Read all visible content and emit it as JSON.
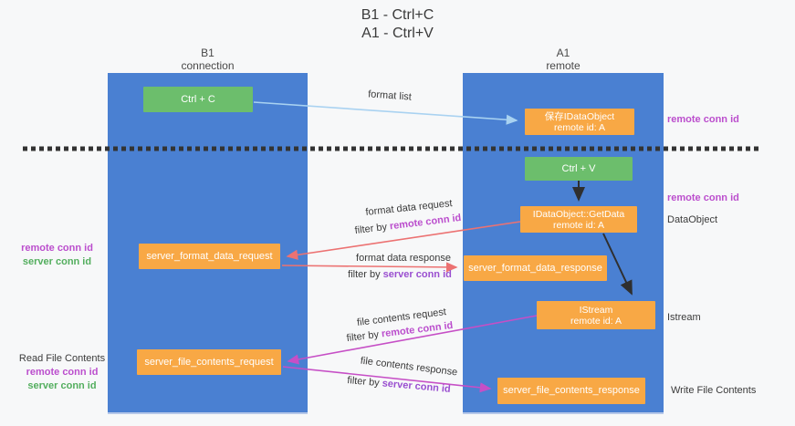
{
  "title": {
    "line1": "B1 - Ctrl+C",
    "line2": "A1 - Ctrl+V"
  },
  "lifelines": {
    "left": {
      "name": "B1",
      "role": "connection"
    },
    "right": {
      "name": "A1",
      "role": "remote"
    }
  },
  "boxes": {
    "ctrl_c": {
      "label": "Ctrl + C"
    },
    "ctrl_v": {
      "label": "Ctrl + V"
    },
    "save_idataobject": {
      "line1": "保存IDataObject",
      "line2": "remote id: A"
    },
    "idataobject_getdata": {
      "line1": "IDataObject::GetData",
      "line2": "remote id: A"
    },
    "istream": {
      "line1": "IStream",
      "line2": "remote id: A"
    },
    "server_format_data_request": {
      "label": "server_format_data_request"
    },
    "server_format_data_response": {
      "label": "server_format_data_response"
    },
    "server_file_contents_request": {
      "label": "server_file_contents_request"
    },
    "server_file_contents_response": {
      "label": "server_file_contents_response"
    }
  },
  "arrow_labels": {
    "format_list": "format list",
    "format_data_request": "format data request",
    "format_data_response": "format data response",
    "file_contents_request": "file contents request",
    "file_contents_response": "file contents response",
    "filter_by": "filter by ",
    "remote_conn_id": "remote conn id",
    "server_conn_id": "server conn id"
  },
  "side_labels": {
    "right_top_remote_conn_id": "remote conn id",
    "right_mid_remote_conn_id": "remote conn id",
    "dataobject": "DataObject",
    "istream": "Istream",
    "write_file_contents": "Write File Contents",
    "left_remote_conn_id": "remote conn id",
    "left_server_conn_id": "server conn id",
    "read_file_contents": "Read File Contents",
    "left2_remote_conn_id": "remote conn id",
    "left2_server_conn_id": "server conn id"
  },
  "colors": {
    "lifeline_blue": "#4a80d2",
    "box_green": "#6cbe6c",
    "box_orange": "#f8a845",
    "arrow_red": "#ec7272",
    "arrow_magenta": "#c64fc6",
    "arrow_blue": "#a9d2f1",
    "arrow_black": "#2f2f2f",
    "label_magenta": "#bb4ecd",
    "label_violet": "#9a4fd0",
    "label_green": "#53ae5e"
  }
}
